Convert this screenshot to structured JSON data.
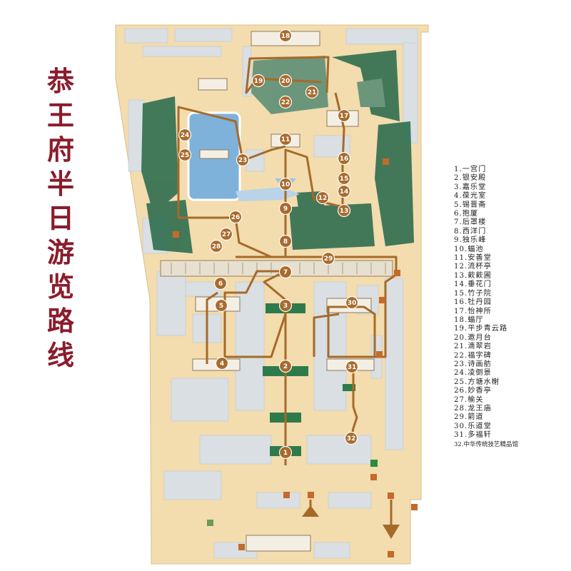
{
  "title": "恭王府半日游览路线",
  "title_chars": [
    "恭",
    "王",
    "府",
    "半",
    "日",
    "游",
    "览",
    "路",
    "线"
  ],
  "legend": [
    "1.一宫门",
    "2.银安殿",
    "3.嘉乐堂",
    "4.葆光室",
    "5.锡晋斋",
    "6.抱厦",
    "7.后罩楼",
    "8.西洋门",
    "9.独乐峰",
    "10.蝠池",
    "11.安善堂",
    "12.流杯亭",
    "13.蔌蔌圃",
    "14.垂花门",
    "15.竹子院",
    "16.牡丹园",
    "17.怡神所",
    "18.蝠厅",
    "19.平步青云路",
    "20.邀月台",
    "21.滴翠岩",
    "22.福字碑",
    "23.诗画舫",
    "24.凌倒景",
    "25.方塘水榭",
    "26.妙香亭",
    "27.榆关",
    "28.龙王庙",
    "29.箭道",
    "30.乐道堂",
    "31.多福轩",
    "32.中华传统技艺精品馆"
  ],
  "markers": [
    "1",
    "2",
    "3",
    "4",
    "5",
    "6",
    "7",
    "8",
    "9",
    "10",
    "11",
    "12",
    "13",
    "14",
    "15",
    "16",
    "17",
    "18",
    "19",
    "20",
    "21",
    "22",
    "23",
    "24",
    "25",
    "26",
    "27",
    "28",
    "29",
    "30",
    "31",
    "32"
  ],
  "colors": {
    "ground": "#f3dcae",
    "building": "#d9dfe3",
    "route": "#a56a2a",
    "marker": "#a86b2e",
    "water": "#7fb2da",
    "rock": "#2f6e4f",
    "title": "#8a1c2c"
  }
}
